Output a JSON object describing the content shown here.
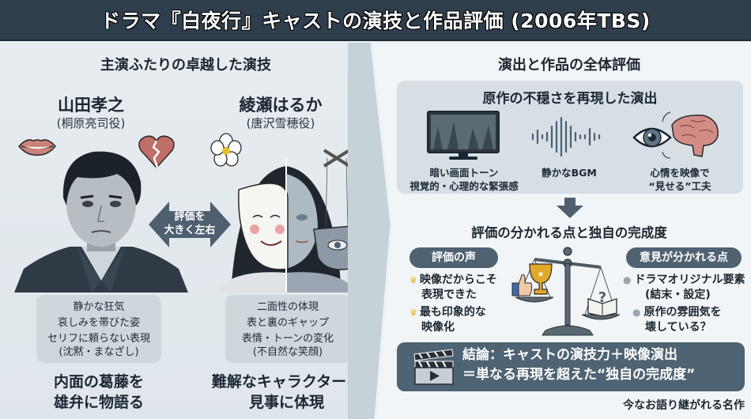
{
  "header": {
    "title": "ドラマ『白夜行』キャストの演技と作品評価 (2006年TBS)"
  },
  "left": {
    "section_title": "主演ふたりの卓越した演技",
    "arrow_label_line1": "評価を",
    "arrow_label_line2": "大きく左右",
    "actors": [
      {
        "name": "山田孝之",
        "role": "(桐原亮司役)",
        "traits": [
          "静かな狂気",
          "哀しみを帯びた姿",
          "セリフに頼らない表現",
          "(沈黙・まなざし)"
        ],
        "summary_line1": "内面の葛藤を",
        "summary_line2": "雄弁に物語る"
      },
      {
        "name": "綾瀬はるか",
        "role": "(唐沢雪穂役)",
        "traits": [
          "二面性の体現",
          "表と裏のギャップ",
          "表情・トーンの変化",
          "(不自然な笑顔)"
        ],
        "summary_line1": "難解なキャラクターを",
        "summary_line2": "見事に体現"
      }
    ]
  },
  "right": {
    "section_title": "演出と作品の全体評価",
    "direction_box": {
      "title": "原作の不穏さを再現した演出",
      "items": [
        {
          "icon": "tv-icon",
          "line1": "暗い画面トーン",
          "line2": "視覚的・心理的な緊張感"
        },
        {
          "icon": "soundwave-icon",
          "line1": "静かなBGM",
          "line2": ""
        },
        {
          "icon": "eye-brain-icon",
          "line1": "心情を映像で",
          "line2": "“見せる”工夫"
        }
      ]
    },
    "evaluation_title": "評価の分かれる点と独自の完成度",
    "praise": {
      "label": "評価の声",
      "items": [
        {
          "line1": "映像だからこそ",
          "line2": "表現できた"
        },
        {
          "line1": "最も印象的な",
          "line2": "映像化"
        }
      ]
    },
    "divided": {
      "label": "意見が分かれる点",
      "items": [
        {
          "line1": "ドラマオリジナル要素",
          "line2": "(結末・設定)"
        },
        {
          "line1": "原作の雰囲気を",
          "line2": "壊している？"
        }
      ]
    },
    "conclusion": {
      "line1": "結論：キャストの演技力＋映像演出",
      "line2": "＝単なる再現を超えた“独自の完成度”"
    },
    "footer_note": "今なお語り継がれる名作"
  },
  "colors": {
    "header_bg": "#2f3e4c",
    "accent_slate": "#4e6373",
    "panel_box": "#d7dfe5",
    "crown": "#e6b023"
  }
}
